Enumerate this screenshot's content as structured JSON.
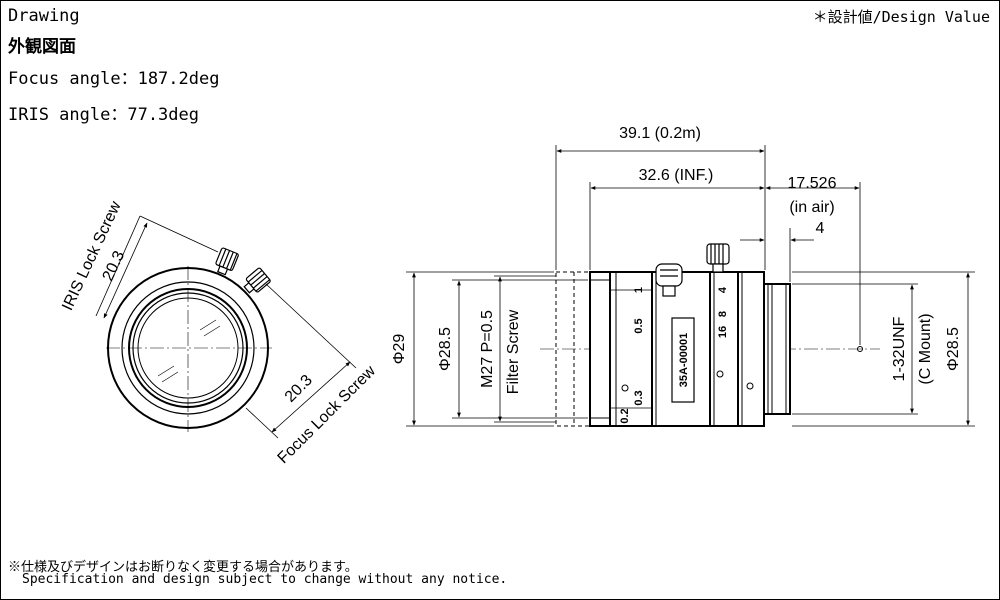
{
  "header": {
    "title_en": "Drawing",
    "title_jp": "外観図面",
    "design_value_note": "＊設計値/Design Value"
  },
  "specs": {
    "focus_angle": "Focus angle：187.2deg",
    "iris_angle": "IRIS angle：77.3deg"
  },
  "dimensions": {
    "length_close": "39.1 (0.2m)",
    "length_inf": "32.6 (INF.)",
    "flange_back": "17.526",
    "flange_back_note": "(in air)",
    "mount_depth": "4",
    "dia_29": "Φ29",
    "dia_28_5_left": "Φ28.5",
    "filter_screw_1": "M27 P=0.5",
    "filter_screw_2": "Filter Screw",
    "mount_1": "1-32UNF",
    "mount_2": "(C Mount)",
    "dia_28_5_right": "Φ28.5",
    "iris_screw_len": "20.3",
    "iris_screw_label": "IRIS Lock Screw",
    "focus_screw_len": "20.3",
    "focus_screw_label": "Focus Lock Screw"
  },
  "lens_markings": {
    "focus_1": "1",
    "focus_05": "0.5",
    "focus_03": "0.3",
    "focus_02": "0.2",
    "iris_16": "16",
    "iris_8": "8",
    "iris_4": "4",
    "model": "35A-00001"
  },
  "footer": {
    "note_jp": "※仕様及びデザインはお断りなく変更する場合があります。",
    "note_en": "Specification and design subject to change without any notice."
  }
}
